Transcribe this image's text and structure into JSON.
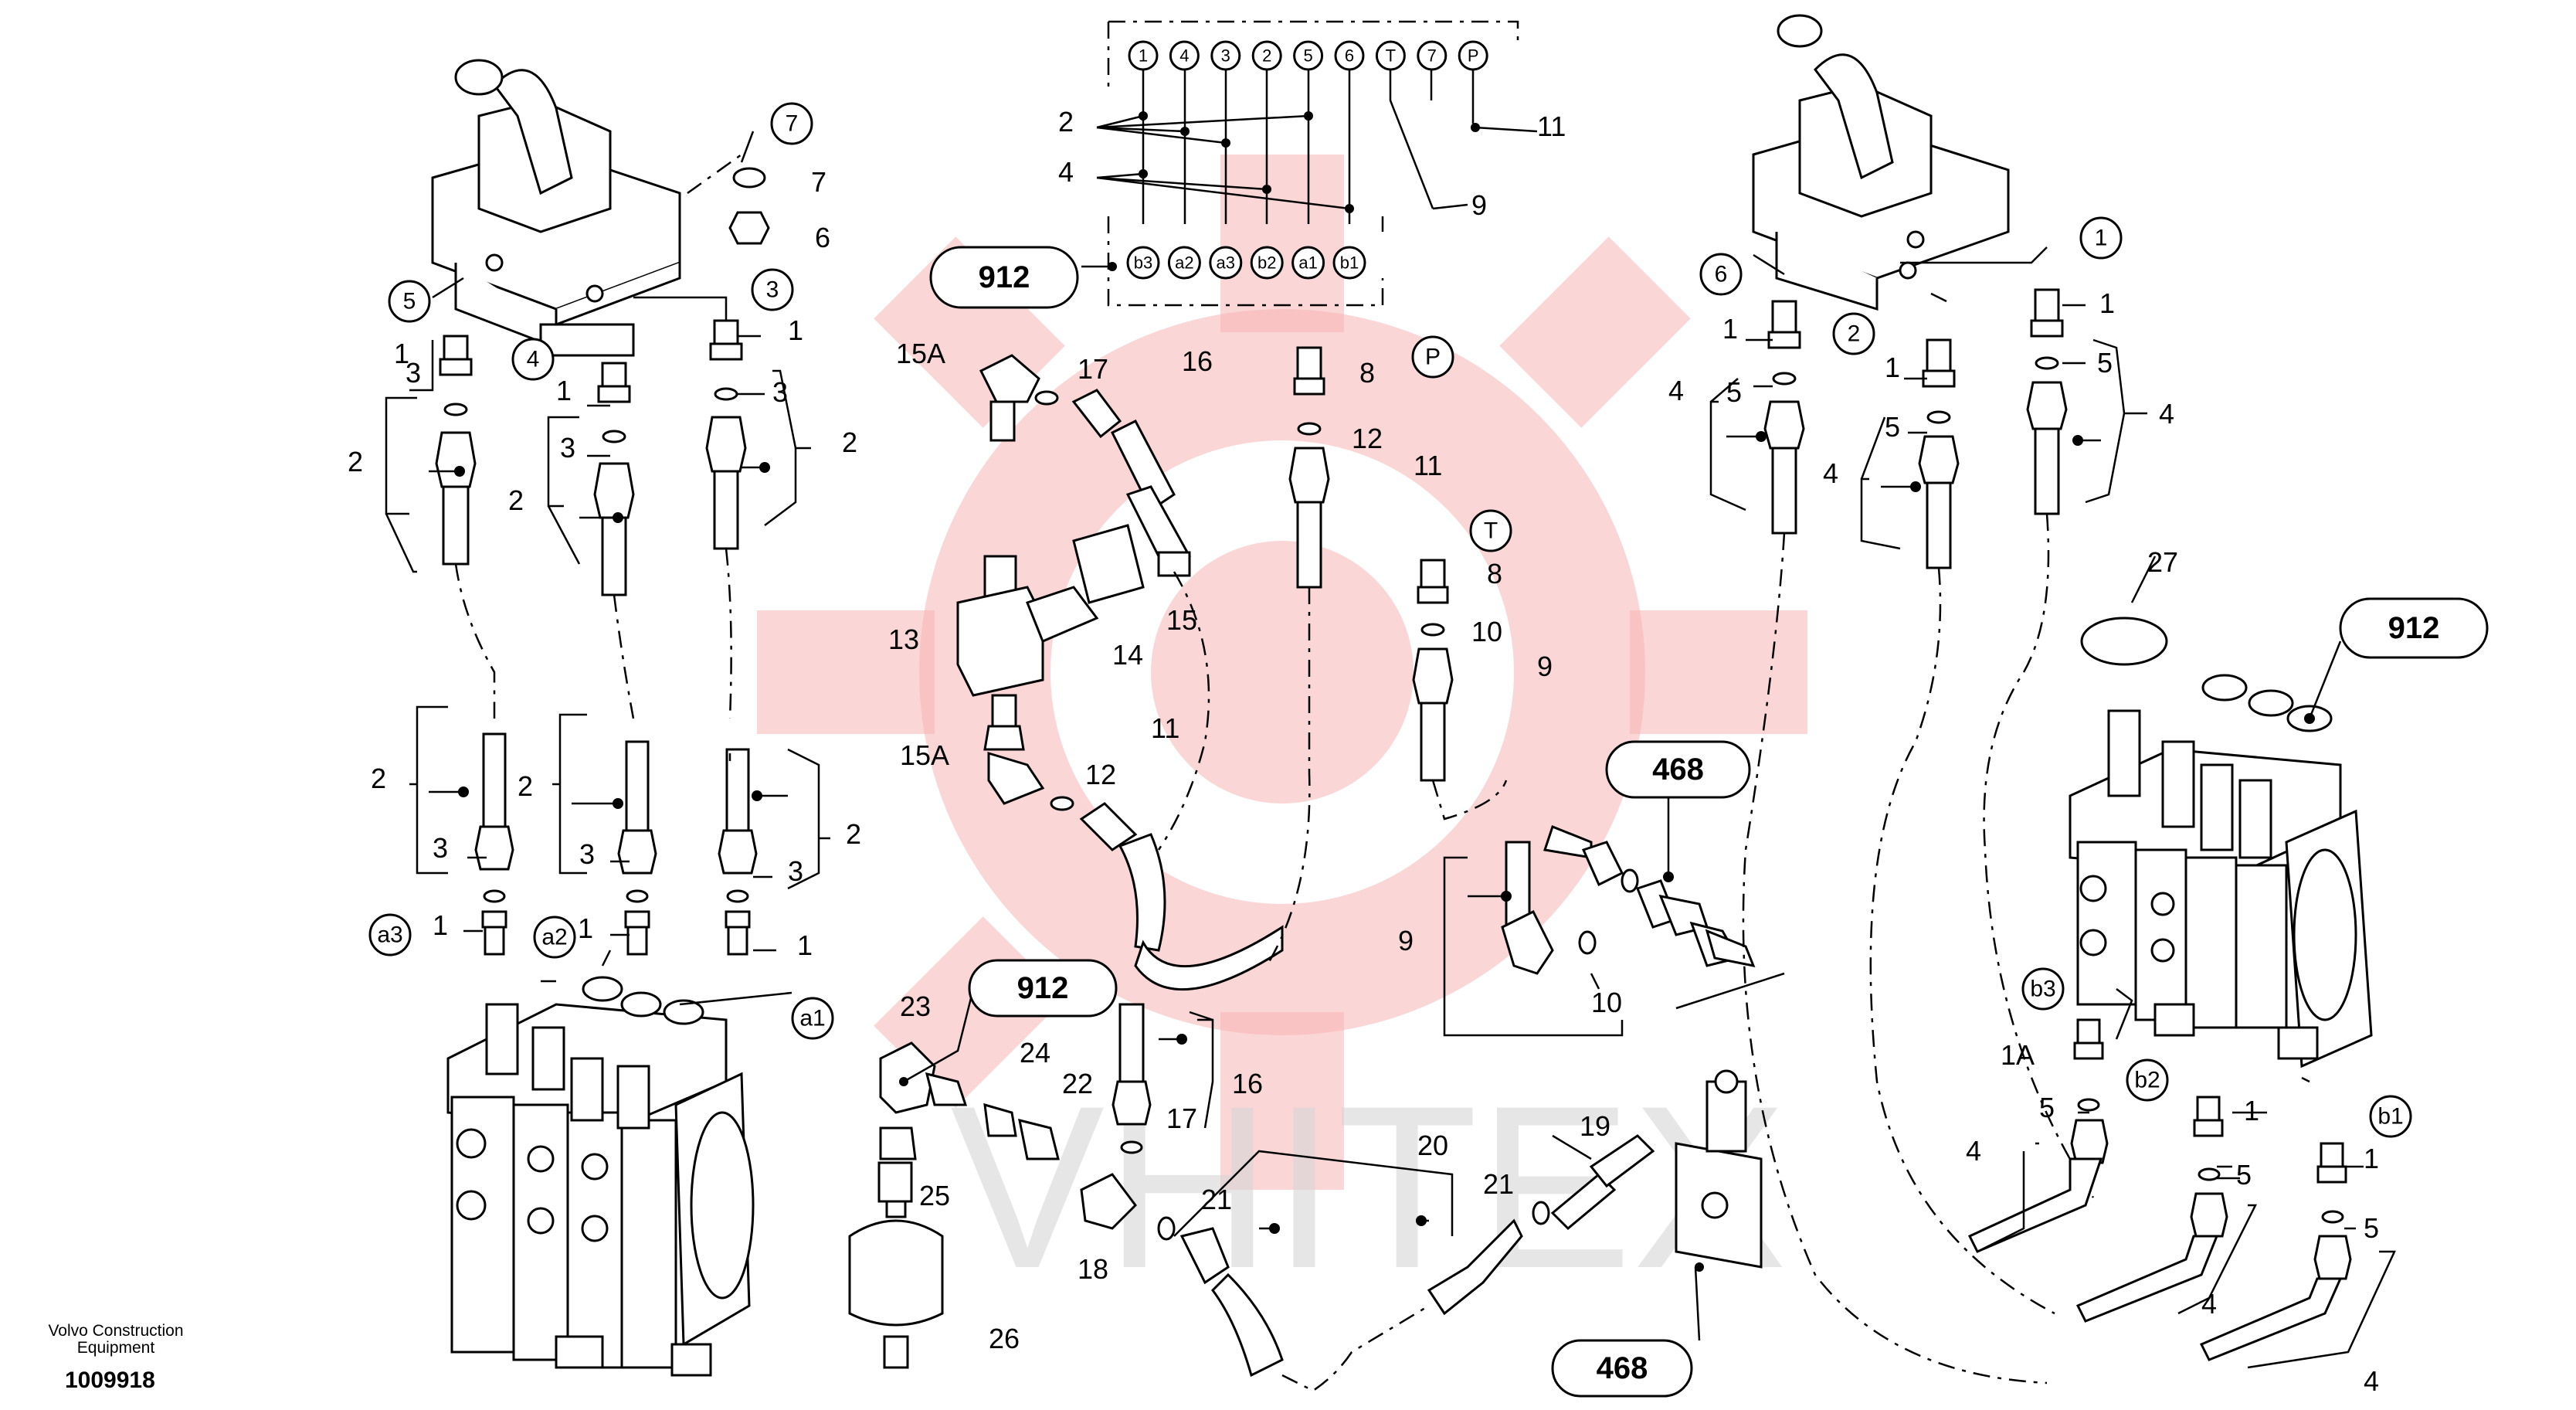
{
  "watermark": {
    "text": "VHITEX",
    "color": "#f7b5b5"
  },
  "footer": {
    "company": "Volvo Construction Equipment",
    "doc_number": "1009918"
  },
  "port_header_top": [
    "1",
    "4",
    "3",
    "2",
    "5",
    "6",
    "T",
    "7",
    "P"
  ],
  "port_header_bottom": [
    "b3",
    "a2",
    "a3",
    "b2",
    "a1",
    "b1"
  ],
  "ref_boxes": {
    "top_center": "912",
    "middle_center": "912",
    "right": "912",
    "right_mid": "468",
    "bottom_right": "468"
  },
  "circled": {
    "c7": "7",
    "c5": "5",
    "c4": "4",
    "c3": "3",
    "ca3": "a3",
    "ca2": "a2",
    "ca1": "a1",
    "cP": "P",
    "cT": "T",
    "c6": "6",
    "c2": "2",
    "c1": "1",
    "cb3": "b3",
    "cb2": "b2",
    "cb1": "b1"
  },
  "labels": {
    "l_7": "7",
    "l_6": "6",
    "l_1a": "1",
    "l_3a": "3",
    "l_2a": "2",
    "l_1b": "1",
    "l_3b": "3",
    "l_2b": "2",
    "l_1c": "1",
    "l_3c": "3",
    "l_2c": "2",
    "l_2d": "2",
    "l_2e": "2",
    "l_2f": "2",
    "l_3d": "3",
    "l_3e": "3",
    "l_3f": "3",
    "l_1d": "1",
    "l_1e": "1",
    "l_1f": "1",
    "t_2": "2",
    "t_4": "4",
    "t_11": "11",
    "t_9": "9",
    "m_15a": "15A",
    "m_17": "17",
    "m_16": "16",
    "m_8": "8",
    "m_12": "12",
    "m_11": "11",
    "m_13": "13",
    "m_14": "14",
    "m_15": "15",
    "m_15a2": "15A",
    "m_11b": "11",
    "m_12b": "12",
    "m_8b": "8",
    "m_10": "10",
    "m_9": "9",
    "m_9b": "9",
    "m_10b": "10",
    "b_23": "23",
    "b_24": "24",
    "b_22": "22",
    "b_25": "25",
    "b_26": "26",
    "b_16": "16",
    "b_17": "17",
    "b_20": "20",
    "b_21": "21",
    "b_21b": "21",
    "b_18": "18",
    "b_19": "19",
    "r_1a": "1",
    "r_5a": "5",
    "r_4a": "4",
    "r_1b": "1",
    "r_5b": "5",
    "r_4b": "4",
    "r_1c": "1",
    "r_5c": "5",
    "r_4c": "4",
    "r_27": "27",
    "r_1A": "1A",
    "r_5d": "5",
    "r_4d": "4",
    "r_1e": "1",
    "r_5e": "5",
    "r_4e": "4",
    "r_1f": "1",
    "r_5f": "5",
    "r_4f": "4"
  }
}
